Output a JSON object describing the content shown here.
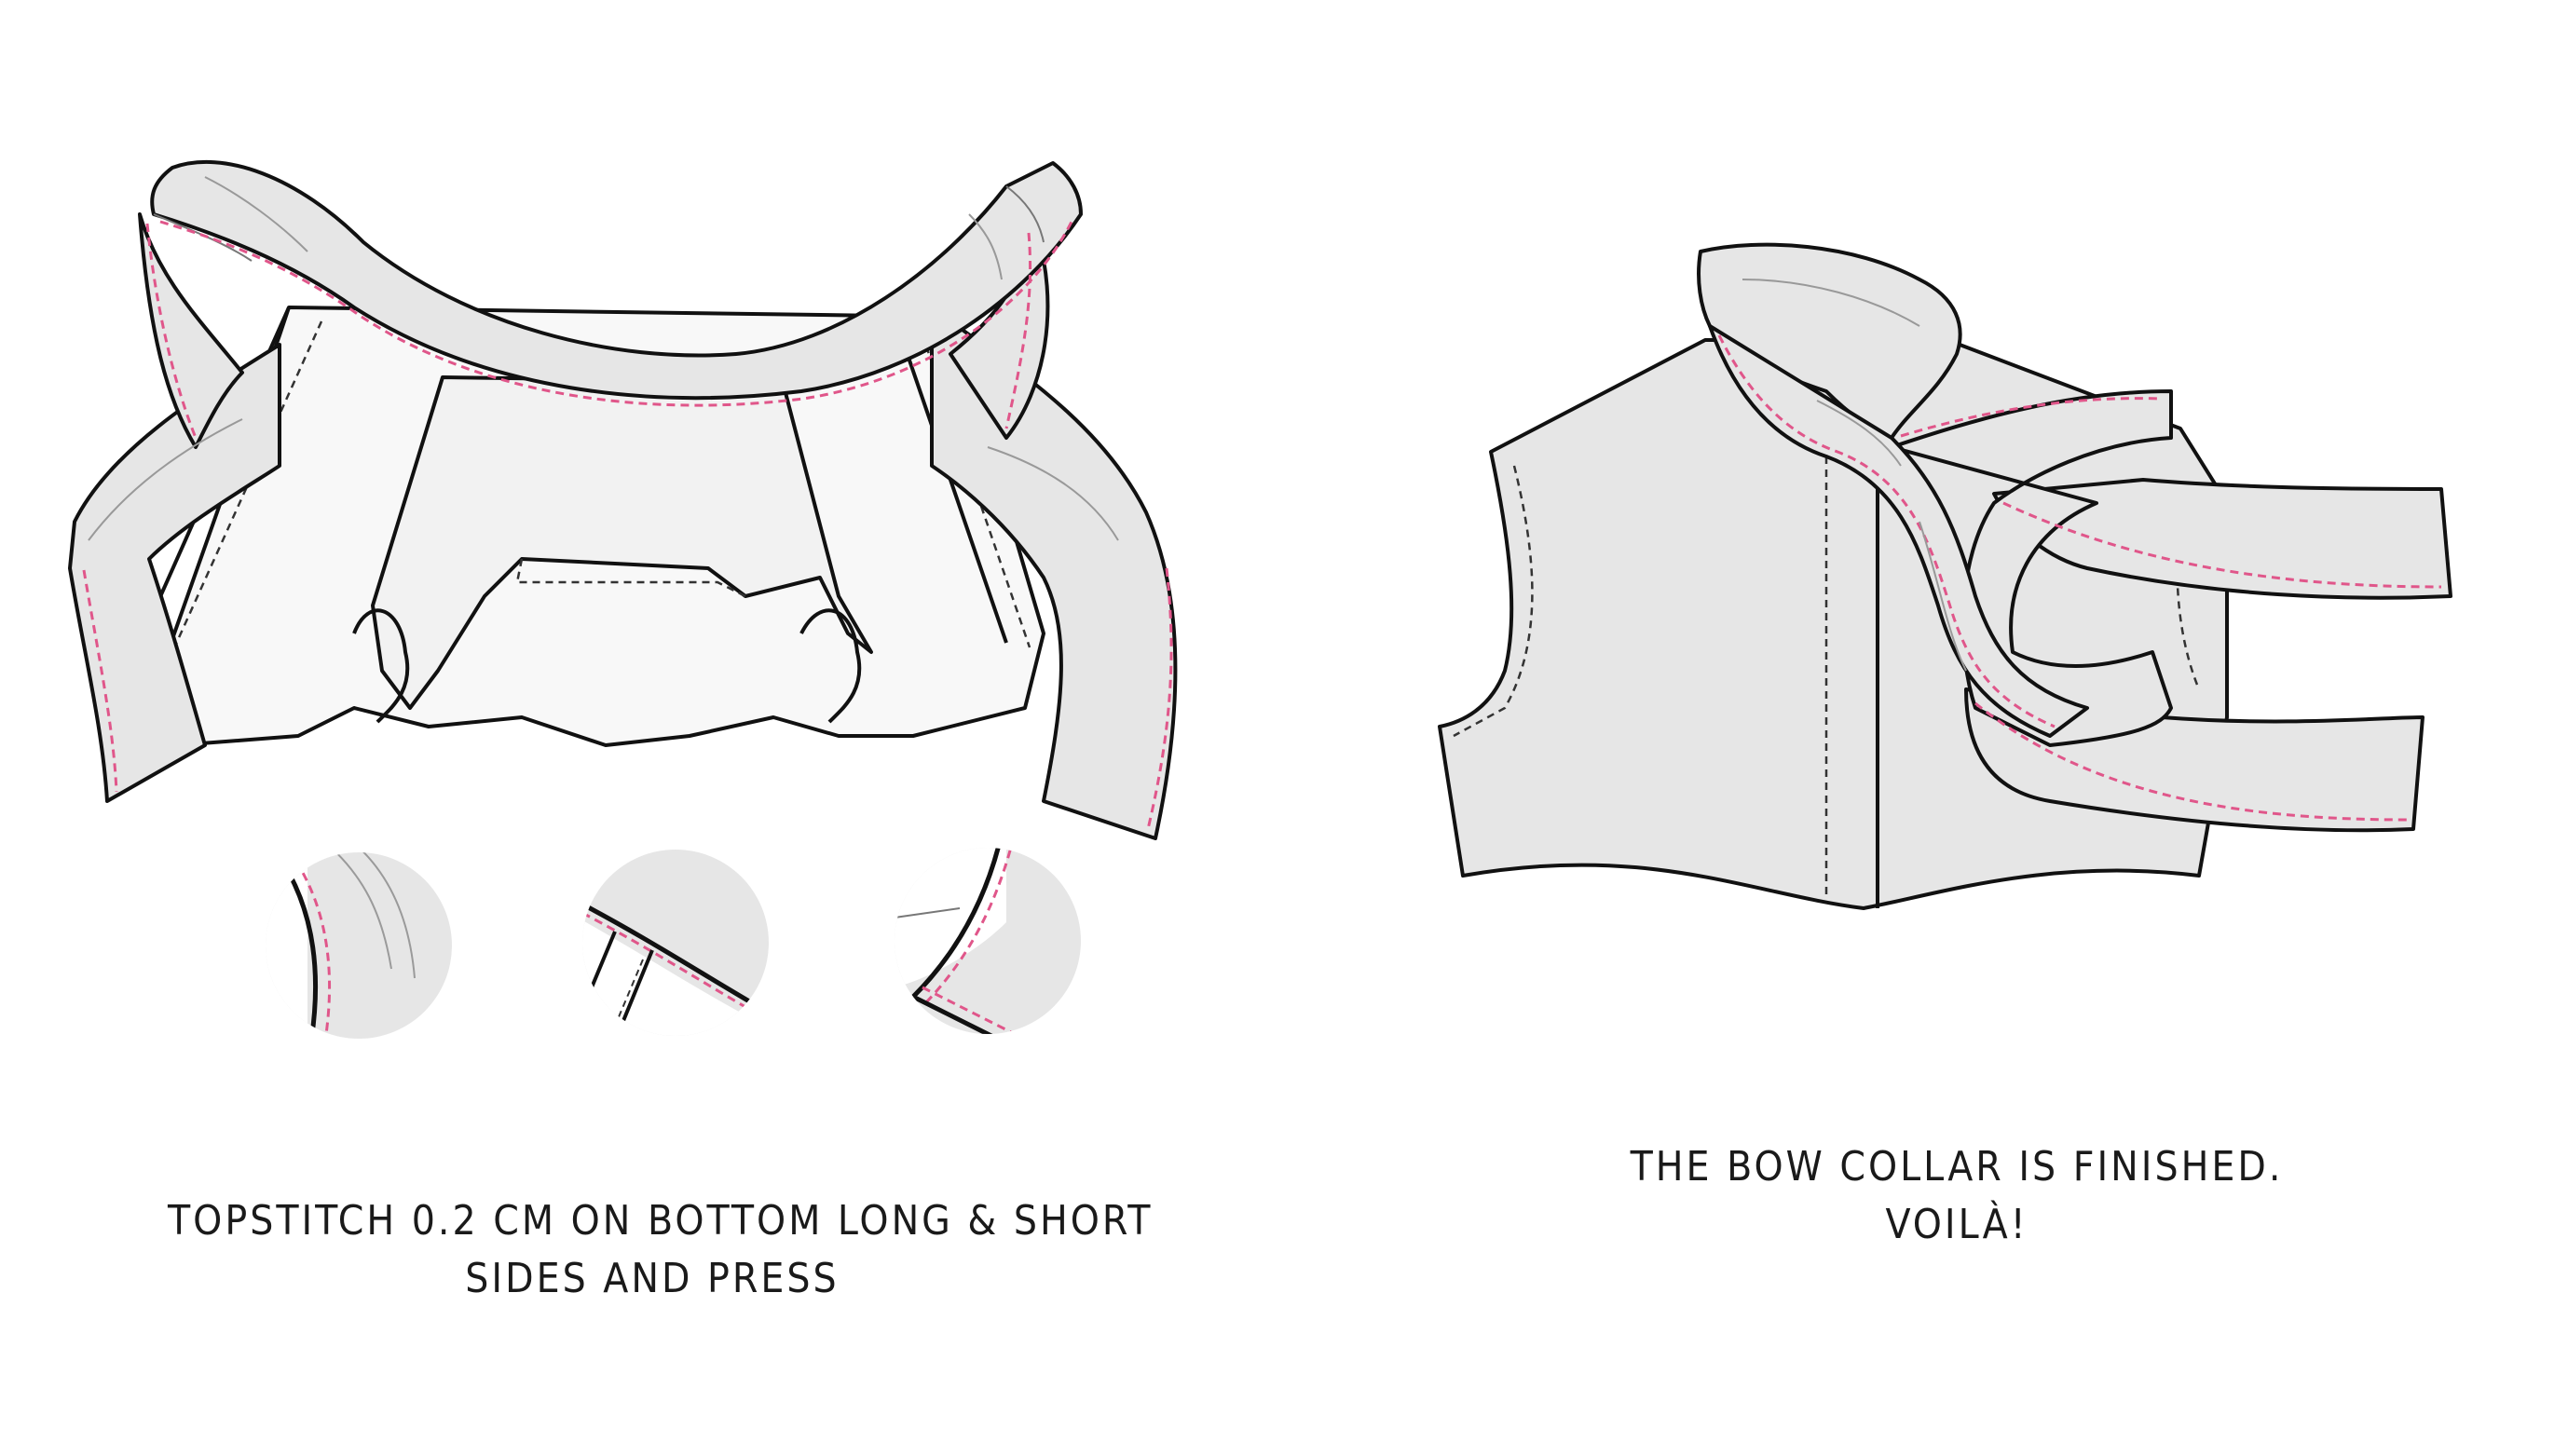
{
  "steps": [
    {
      "caption_lines": [
        "TOPSTITCH 0.2 CM ON BOTTOM LONG & SHORT",
        "SIDES AND PRESS"
      ]
    },
    {
      "caption_lines": [
        "THE BOW  COLLAR IS FINISHED.",
        "VOILÀ!"
      ]
    }
  ],
  "colors": {
    "fabric": "#e6e6e6",
    "inner": "#f7f7f7",
    "outline": "#111111",
    "topstitch": "#e0568a",
    "stitch": "#333333",
    "fold": "#9a9a9a"
  }
}
